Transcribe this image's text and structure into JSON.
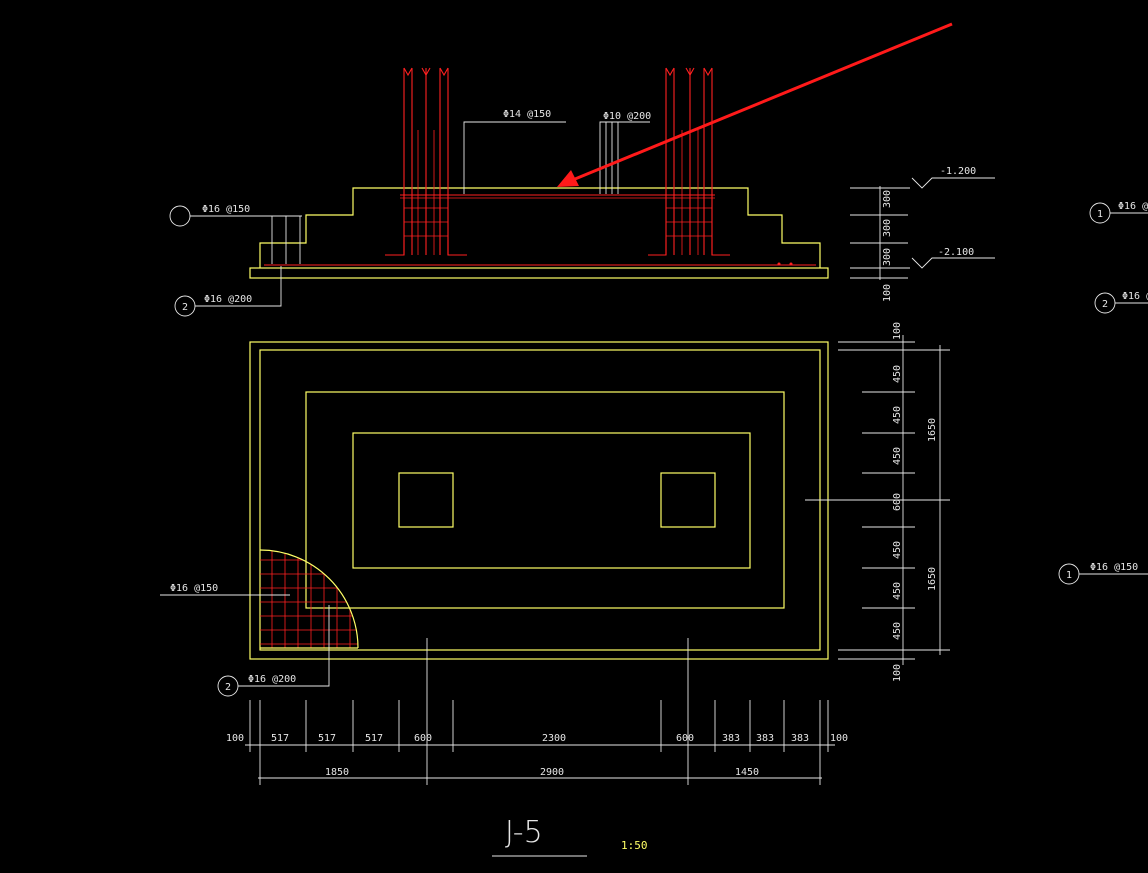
{
  "section": {
    "elev_top": "-1.200",
    "elev_bottom": "-2.100",
    "rebar_top_main": "Φ14 @150",
    "rebar_top_dist": "Φ10 @200",
    "rebar_left_1": "Φ16 @150",
    "rebar_left_2": "Φ16 @200",
    "layer_dims": [
      "300",
      "300",
      "300",
      "100"
    ]
  },
  "plan": {
    "rebar_1": "Φ16 @150",
    "rebar_2": "Φ16 @200",
    "vertical_dims": [
      "100",
      "450",
      "450",
      "450",
      "600",
      "450",
      "450",
      "450",
      "100"
    ],
    "vertical_totals": [
      "1650",
      "1650"
    ],
    "horizontal_dims": [
      "100",
      "517",
      "517",
      "517",
      "600",
      "2300",
      "600",
      "383",
      "383",
      "383",
      "100"
    ],
    "horizontal_totals": [
      "1850",
      "2900",
      "1450"
    ]
  },
  "markers": {
    "one": "1",
    "two": "2"
  },
  "right_edge": {
    "rebar_a": "Φ16 @",
    "rebar_b": "Φ16 @",
    "rebar_c": "Φ16 @150"
  },
  "title": {
    "name": "J-5",
    "scale": "1:50"
  },
  "colors": {
    "outline": "#ffff66",
    "rebar": "#ff2020",
    "annotation": "#e6e6e6",
    "background": "#000000"
  }
}
